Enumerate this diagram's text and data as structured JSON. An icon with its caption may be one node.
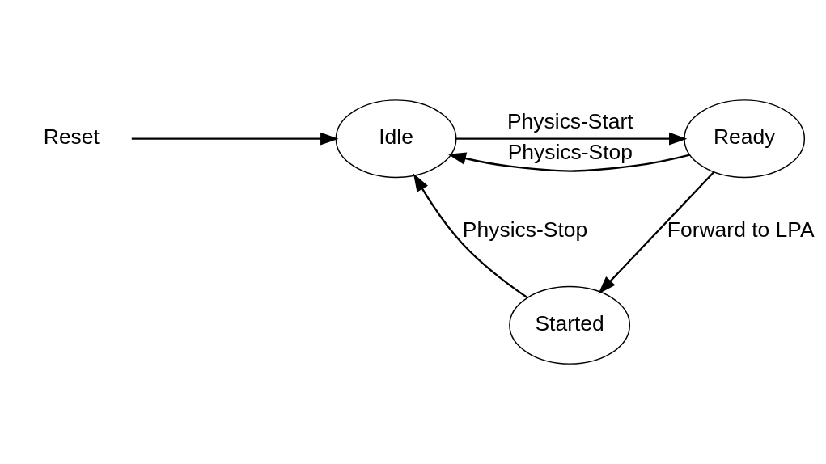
{
  "diagram": {
    "nodes": [
      {
        "text": [
          "Reset"
        ]
      },
      {
        "text": [
          "Idle"
        ]
      },
      {
        "text": [
          "Ready"
        ]
      },
      {
        "text": [
          "Started"
        ]
      }
    ],
    "edges": [
      {
        "from": 0,
        "to": 1,
        "arrow": "to"
      },
      {
        "from": 1,
        "to": 2,
        "arrow": "to",
        "label": "Physics-Start"
      },
      {
        "from": 2,
        "to": 1,
        "arrow": "to",
        "label": "Physics-Stop"
      },
      {
        "from": 2,
        "to": 3,
        "arrow": "to",
        "label": "Forward to LPA"
      },
      {
        "from": 3,
        "to": 1,
        "arrow": "to",
        "label": "Physics-Stop"
      }
    ]
  }
}
